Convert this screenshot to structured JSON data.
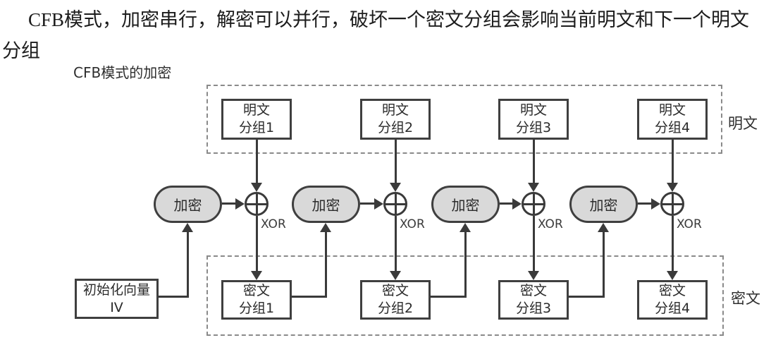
{
  "paragraph": {
    "line1": "CFB模式，加密串行，解密可以并行，破坏一个密文分组会影响当前明文和下一个明文",
    "line2": "分组"
  },
  "diagram": {
    "title": "CFB模式的加密",
    "side_labels": {
      "plaintext": "明文",
      "ciphertext": "密文"
    },
    "encrypt_label": "加密",
    "xor_label": "XOR",
    "iv_block": {
      "top": "初始化向量",
      "bottom": "IV"
    },
    "plaintext_blocks": [
      {
        "top": "明文",
        "bottom": "分组1"
      },
      {
        "top": "明文",
        "bottom": "分组2"
      },
      {
        "top": "明文",
        "bottom": "分组3"
      },
      {
        "top": "明文",
        "bottom": "分组4"
      }
    ],
    "ciphertext_blocks": [
      {
        "top": "密文",
        "bottom": "分组1"
      },
      {
        "top": "密文",
        "bottom": "分组2"
      },
      {
        "top": "密文",
        "bottom": "分组3"
      },
      {
        "top": "密文",
        "bottom": "分组4"
      }
    ],
    "colors": {
      "oval_fill": "#d9d9d9",
      "stroke": "#3a3a3a",
      "dashed_border": "#8a8a8a"
    }
  }
}
